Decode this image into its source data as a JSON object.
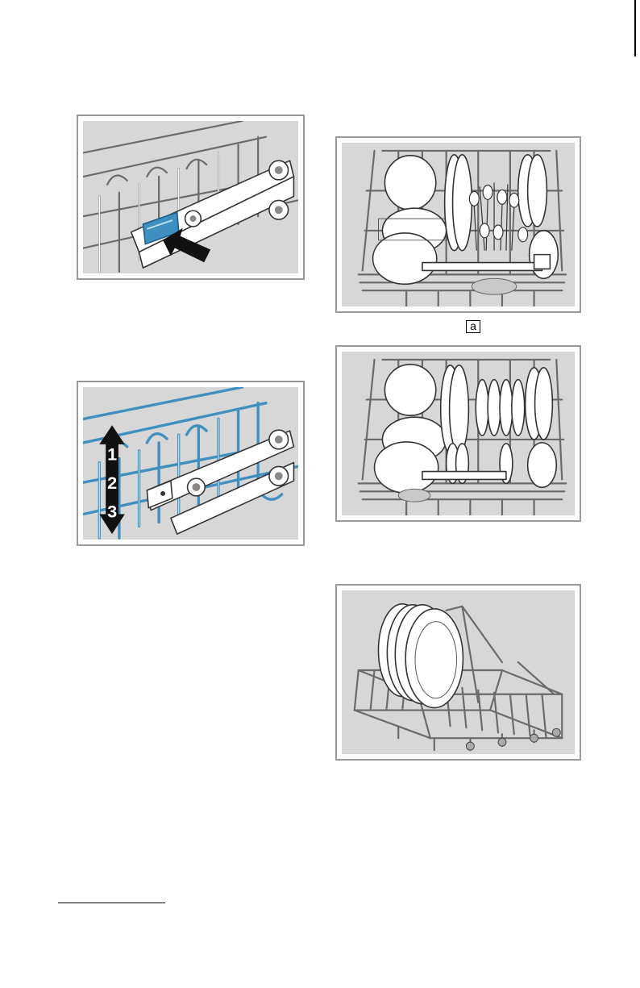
{
  "figures": [
    {
      "id": "fig1",
      "icon": "rack-release-lever-press-illustration"
    },
    {
      "id": "fig2",
      "icon": "rack-height-adjust-illustration",
      "steps": [
        "1",
        "2",
        "3"
      ]
    },
    {
      "id": "fig3",
      "icon": "upper-basket-loaded-with-cutlery-illustration",
      "callout": "a"
    },
    {
      "id": "fig4",
      "icon": "upper-basket-loaded-with-plates-illustration"
    },
    {
      "id": "fig5",
      "icon": "lower-basket-with-plates-illustration"
    }
  ],
  "colors": {
    "panel": "#d7d7d7",
    "frame": "#9a9a9a",
    "highlight_blue": "#3f8fc0"
  }
}
